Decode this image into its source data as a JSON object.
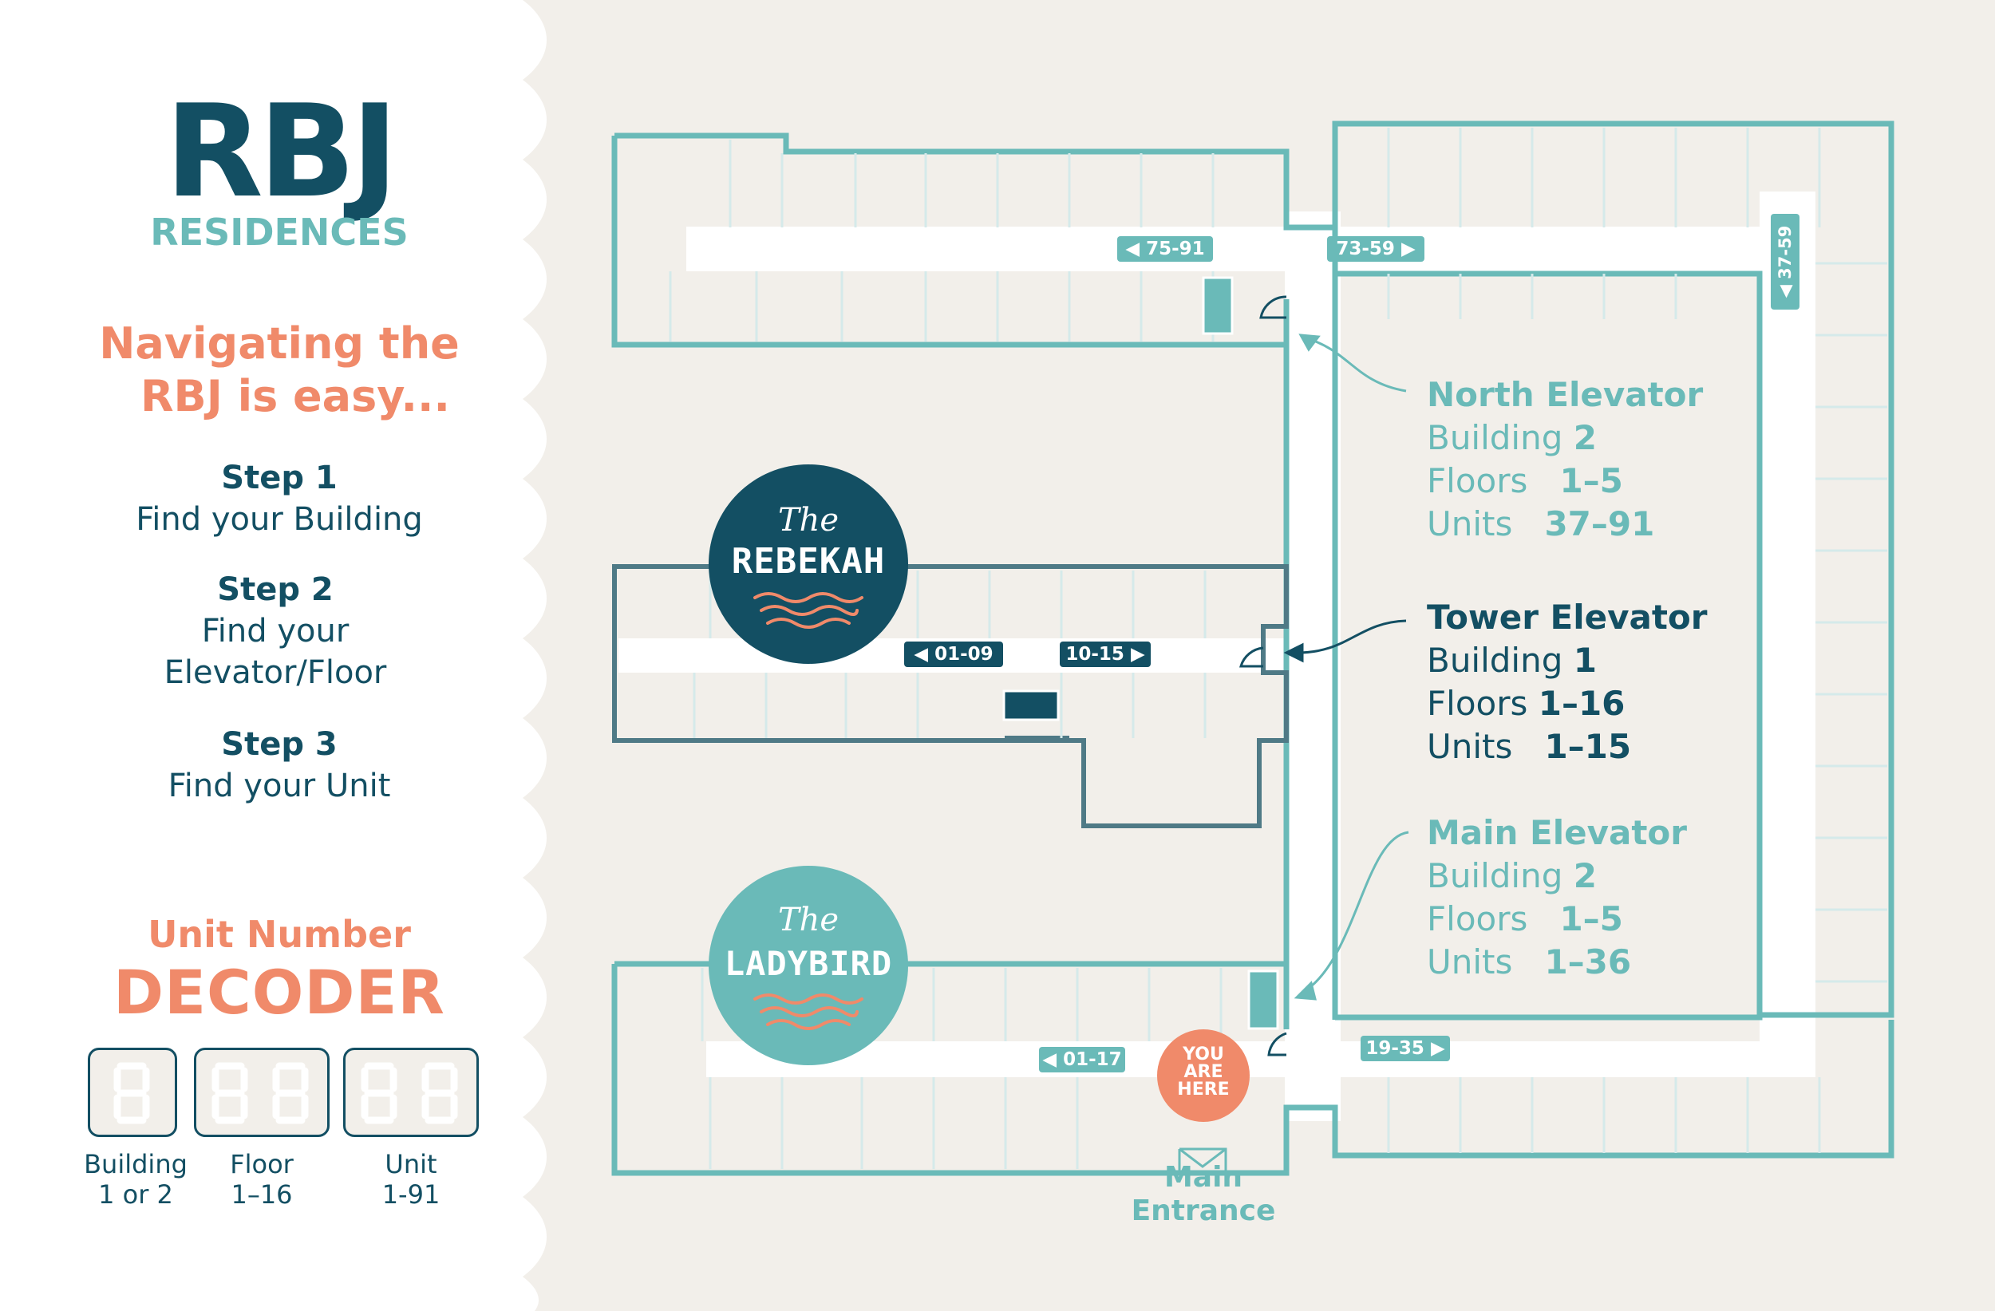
{
  "colors": {
    "navy": "#134f63",
    "teal": "#6abab8",
    "coral": "#f08a6a",
    "panel_bg": "#ffffff",
    "map_bg": "#f2efea"
  },
  "brand": {
    "logo": "RBJ",
    "subtitle": "RESIDENCES"
  },
  "intro": {
    "line1": "Navigating the",
    "line2": "RBJ is easy..."
  },
  "steps": [
    {
      "title": "Step 1",
      "lines": [
        "Find your Building"
      ]
    },
    {
      "title": "Step 2",
      "lines": [
        "Find your",
        "Elevator/Floor"
      ]
    },
    {
      "title": "Step 3",
      "lines": [
        "Find your Unit"
      ]
    }
  ],
  "decoder": {
    "heading": "Unit Number",
    "title": "DECODER",
    "digit_icon": "seven-segment-digit-icon",
    "boxes": [
      {
        "digits": 1,
        "label1": "Building",
        "label2": "1 or 2"
      },
      {
        "digits": 2,
        "label1": "Floor",
        "label2": "1–16"
      },
      {
        "digits": 2,
        "label1": "Unit",
        "label2": "1-91"
      }
    ]
  },
  "badges": {
    "rebekah": {
      "the": "The",
      "name": "REBEKAH"
    },
    "ladybird": {
      "the": "The",
      "name": "LADYBIRD"
    }
  },
  "unit_labels": {
    "b2_north_left": "75-91",
    "b2_north_right": "73-59",
    "b2_east": "37-59",
    "b1_left": "01-09",
    "b1_right": "10-15",
    "b2_south_left": "01-17",
    "b2_south_right": "19-35"
  },
  "elevators": {
    "north": {
      "title": "North Elevator",
      "building_label": "Building",
      "building": "2",
      "floors_label": "Floors",
      "floors": "1–5",
      "units_label": "Units",
      "units": "37–91"
    },
    "tower": {
      "title": "Tower Elevator",
      "building_label": "Building",
      "building": "1",
      "floors_label": "Floors",
      "floors": "1–16",
      "units_label": "Units",
      "units": "1–15"
    },
    "main": {
      "title": "Main Elevator",
      "building_label": "Building",
      "building": "2",
      "floors_label": "Floors",
      "floors": "1–5",
      "units_label": "Units",
      "units": "1–36"
    }
  },
  "you_are_here": {
    "l1": "YOU",
    "l2": "ARE",
    "l3": "HERE"
  },
  "entrance": {
    "l1": "Main",
    "l2": "Entrance"
  }
}
